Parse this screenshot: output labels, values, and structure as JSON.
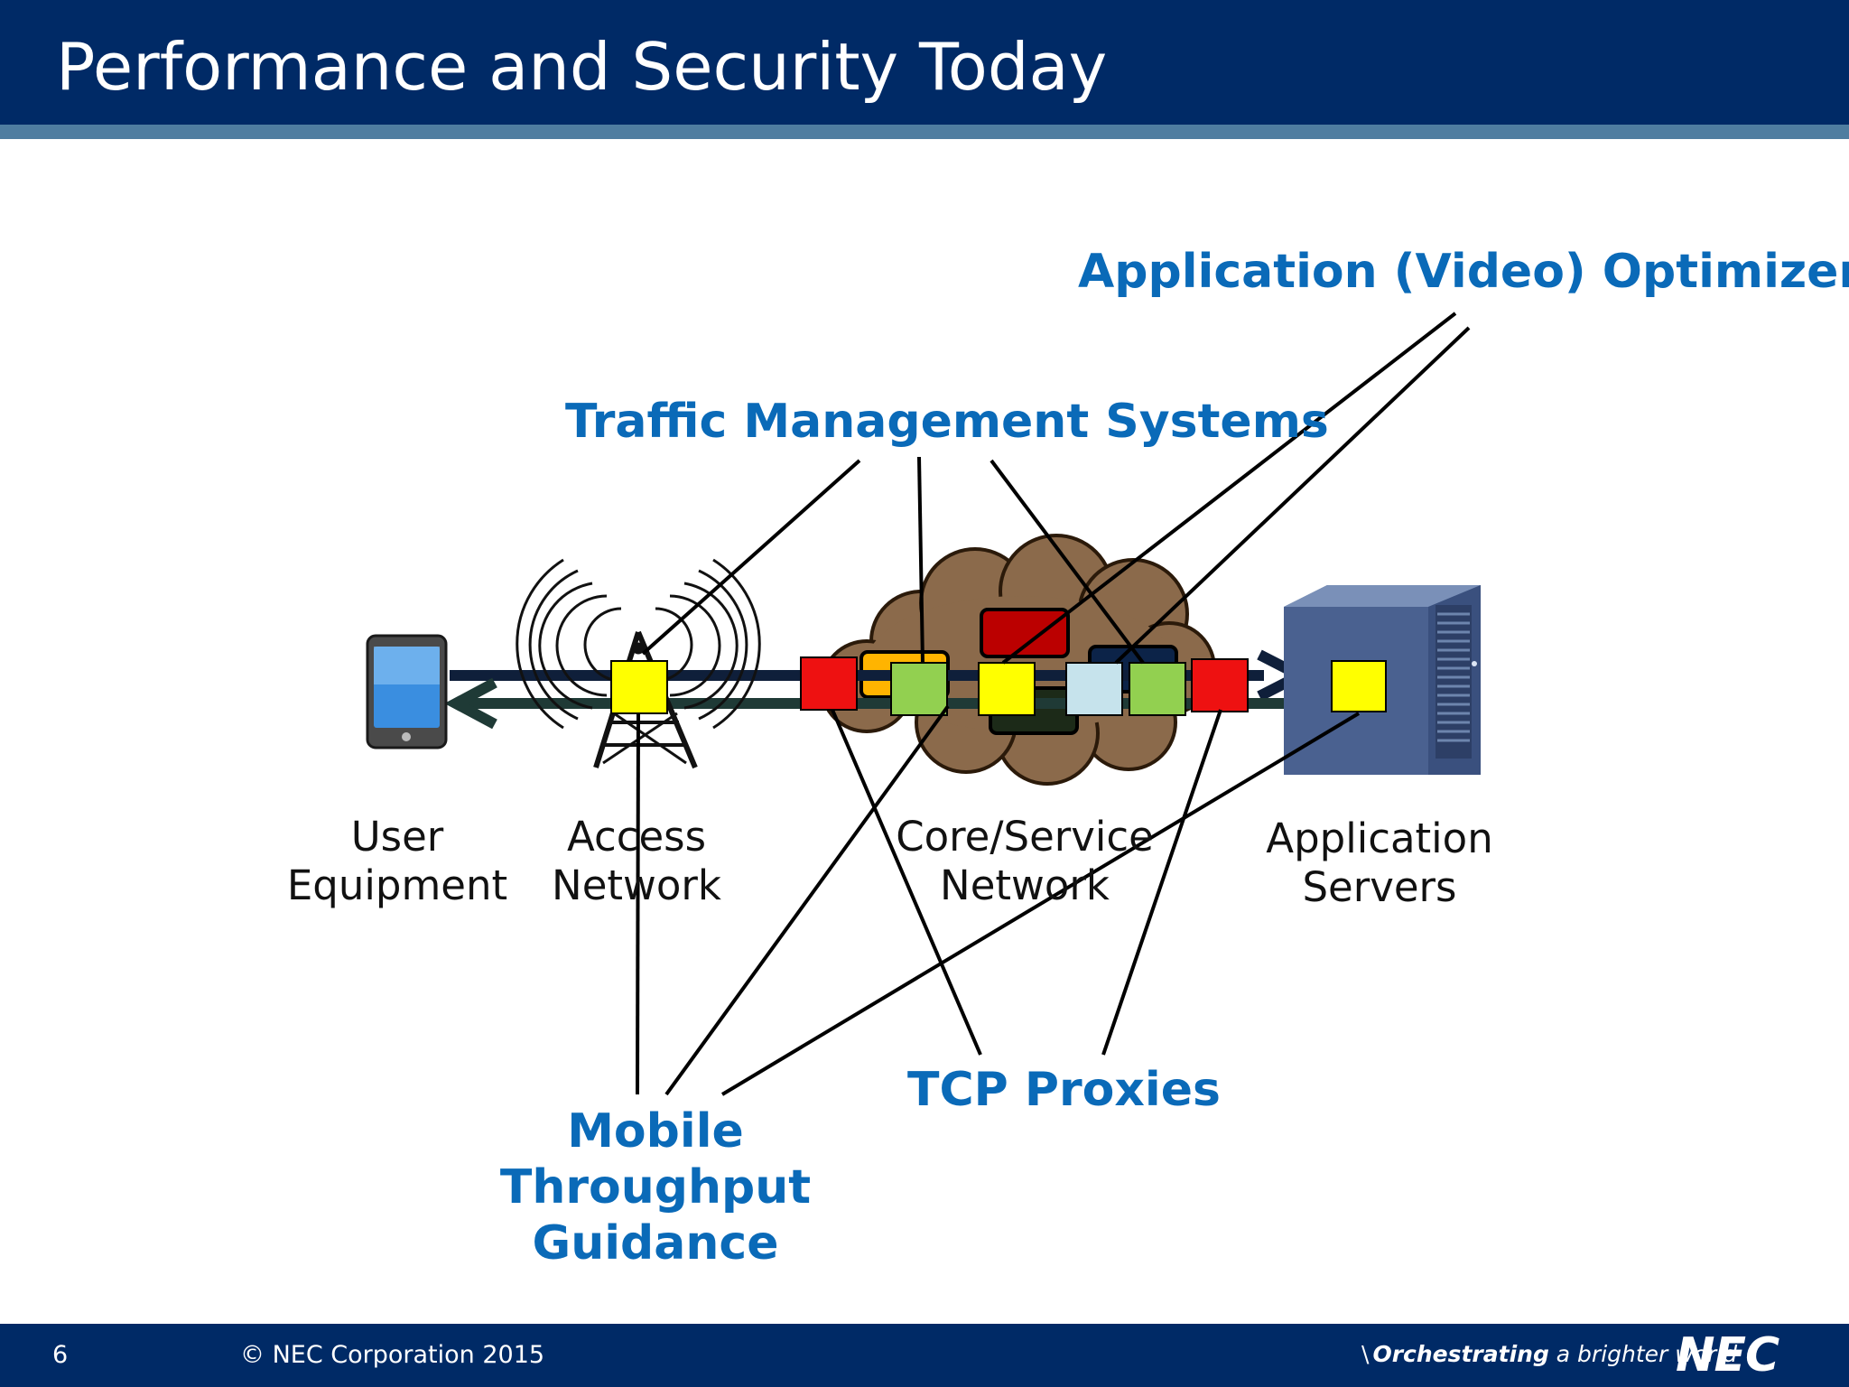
{
  "slide": {
    "title": "Performance and Security Today"
  },
  "labels": {
    "user_equipment": [
      "User",
      "Equipment"
    ],
    "access_network": [
      "Access",
      "Network"
    ],
    "core_network": [
      "Core/Service",
      "Network"
    ],
    "app_servers": [
      "Application",
      "Servers"
    ]
  },
  "callouts": {
    "app_optimizers": "Application (Video) Optimizers",
    "traffic_mgmt": "Traffic Management Systems",
    "tcp_proxies": "TCP Proxies",
    "mobile_guidance": [
      "Mobile",
      "Throughput",
      "Guidance"
    ]
  },
  "footer": {
    "page_number": "6",
    "copyright": "© NEC Corporation 2015",
    "tagline_bold": "Orchestrating",
    "tagline_rest": " a brighter world",
    "brand": "NEC"
  },
  "colors": {
    "header_bg": "#002a66",
    "header_rule": "#4f7da0",
    "callout_text": "#0a6ab8",
    "cloud_fill": "#8b6a4b",
    "box_red": "#ee1111",
    "box_yellow": "#ffff00",
    "box_green": "#92d050",
    "box_lightblue": "#c6e3ec",
    "box_orange": "#ffb400",
    "box_darkred": "#bb0000",
    "box_darknavy": "#0c2348",
    "box_darkgreen": "#1c2a18"
  }
}
